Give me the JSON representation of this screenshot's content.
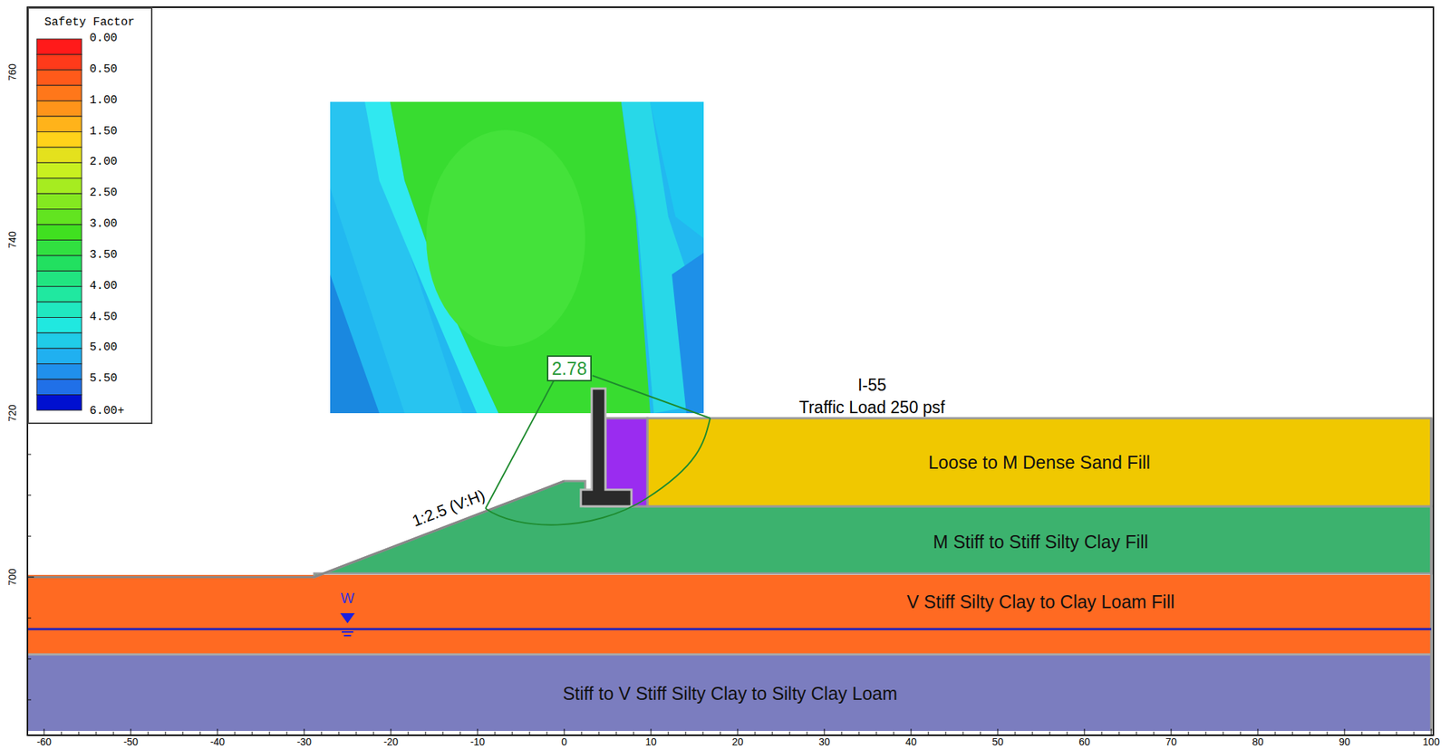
{
  "diagram": {
    "nodes": [
      {
        "text": [
          "2.78"
        ]
      },
      {
        "text": [
          "Loose to M Dense  Sand Fill"
        ]
      },
      {
        "text": [
          "M Stiff to Stiff  Silty Clay Fill"
        ]
      },
      {
        "text": [
          "V Stiff Silty Clay to Clay Loam Fill"
        ]
      },
      {
        "text": [
          "Stiff to V Stiff Silty Clay to Silty Clay Loam"
        ]
      }
    ],
    "labels": [
      "Safety Factor",
      "I-55",
      "Traffic Load 250 psf",
      "1:2.5 (V:H)",
      "W",
      "760",
      "740",
      "720",
      "700",
      "-60",
      "-50",
      "-40",
      "-30",
      "-20",
      "-10",
      "0",
      "10",
      "20",
      "30",
      "40",
      "50",
      "60",
      "70",
      "80",
      "90",
      "100"
    ],
    "legend": [
      {
        "text": "0.00",
        "color": "#ff1a1a"
      },
      {
        "text": "0.50",
        "color": "#ff5a1a"
      },
      {
        "text": "1.00",
        "color": "#ff941a"
      },
      {
        "text": "1.50",
        "color": "#ffd21a"
      },
      {
        "text": "2.00",
        "color": "#c8f020"
      },
      {
        "text": "2.50",
        "color": "#84e820"
      },
      {
        "text": "3.00",
        "color": "#40e020"
      },
      {
        "text": "3.50",
        "color": "#22e060"
      },
      {
        "text": "4.00",
        "color": "#20e8a0"
      },
      {
        "text": "4.50",
        "color": "#20e8e0"
      },
      {
        "text": "5.00",
        "color": "#20b0f0"
      },
      {
        "text": "5.50",
        "color": "#2070e8"
      },
      {
        "text": "6.00+",
        "color": "#0010d0"
      }
    ]
  }
}
